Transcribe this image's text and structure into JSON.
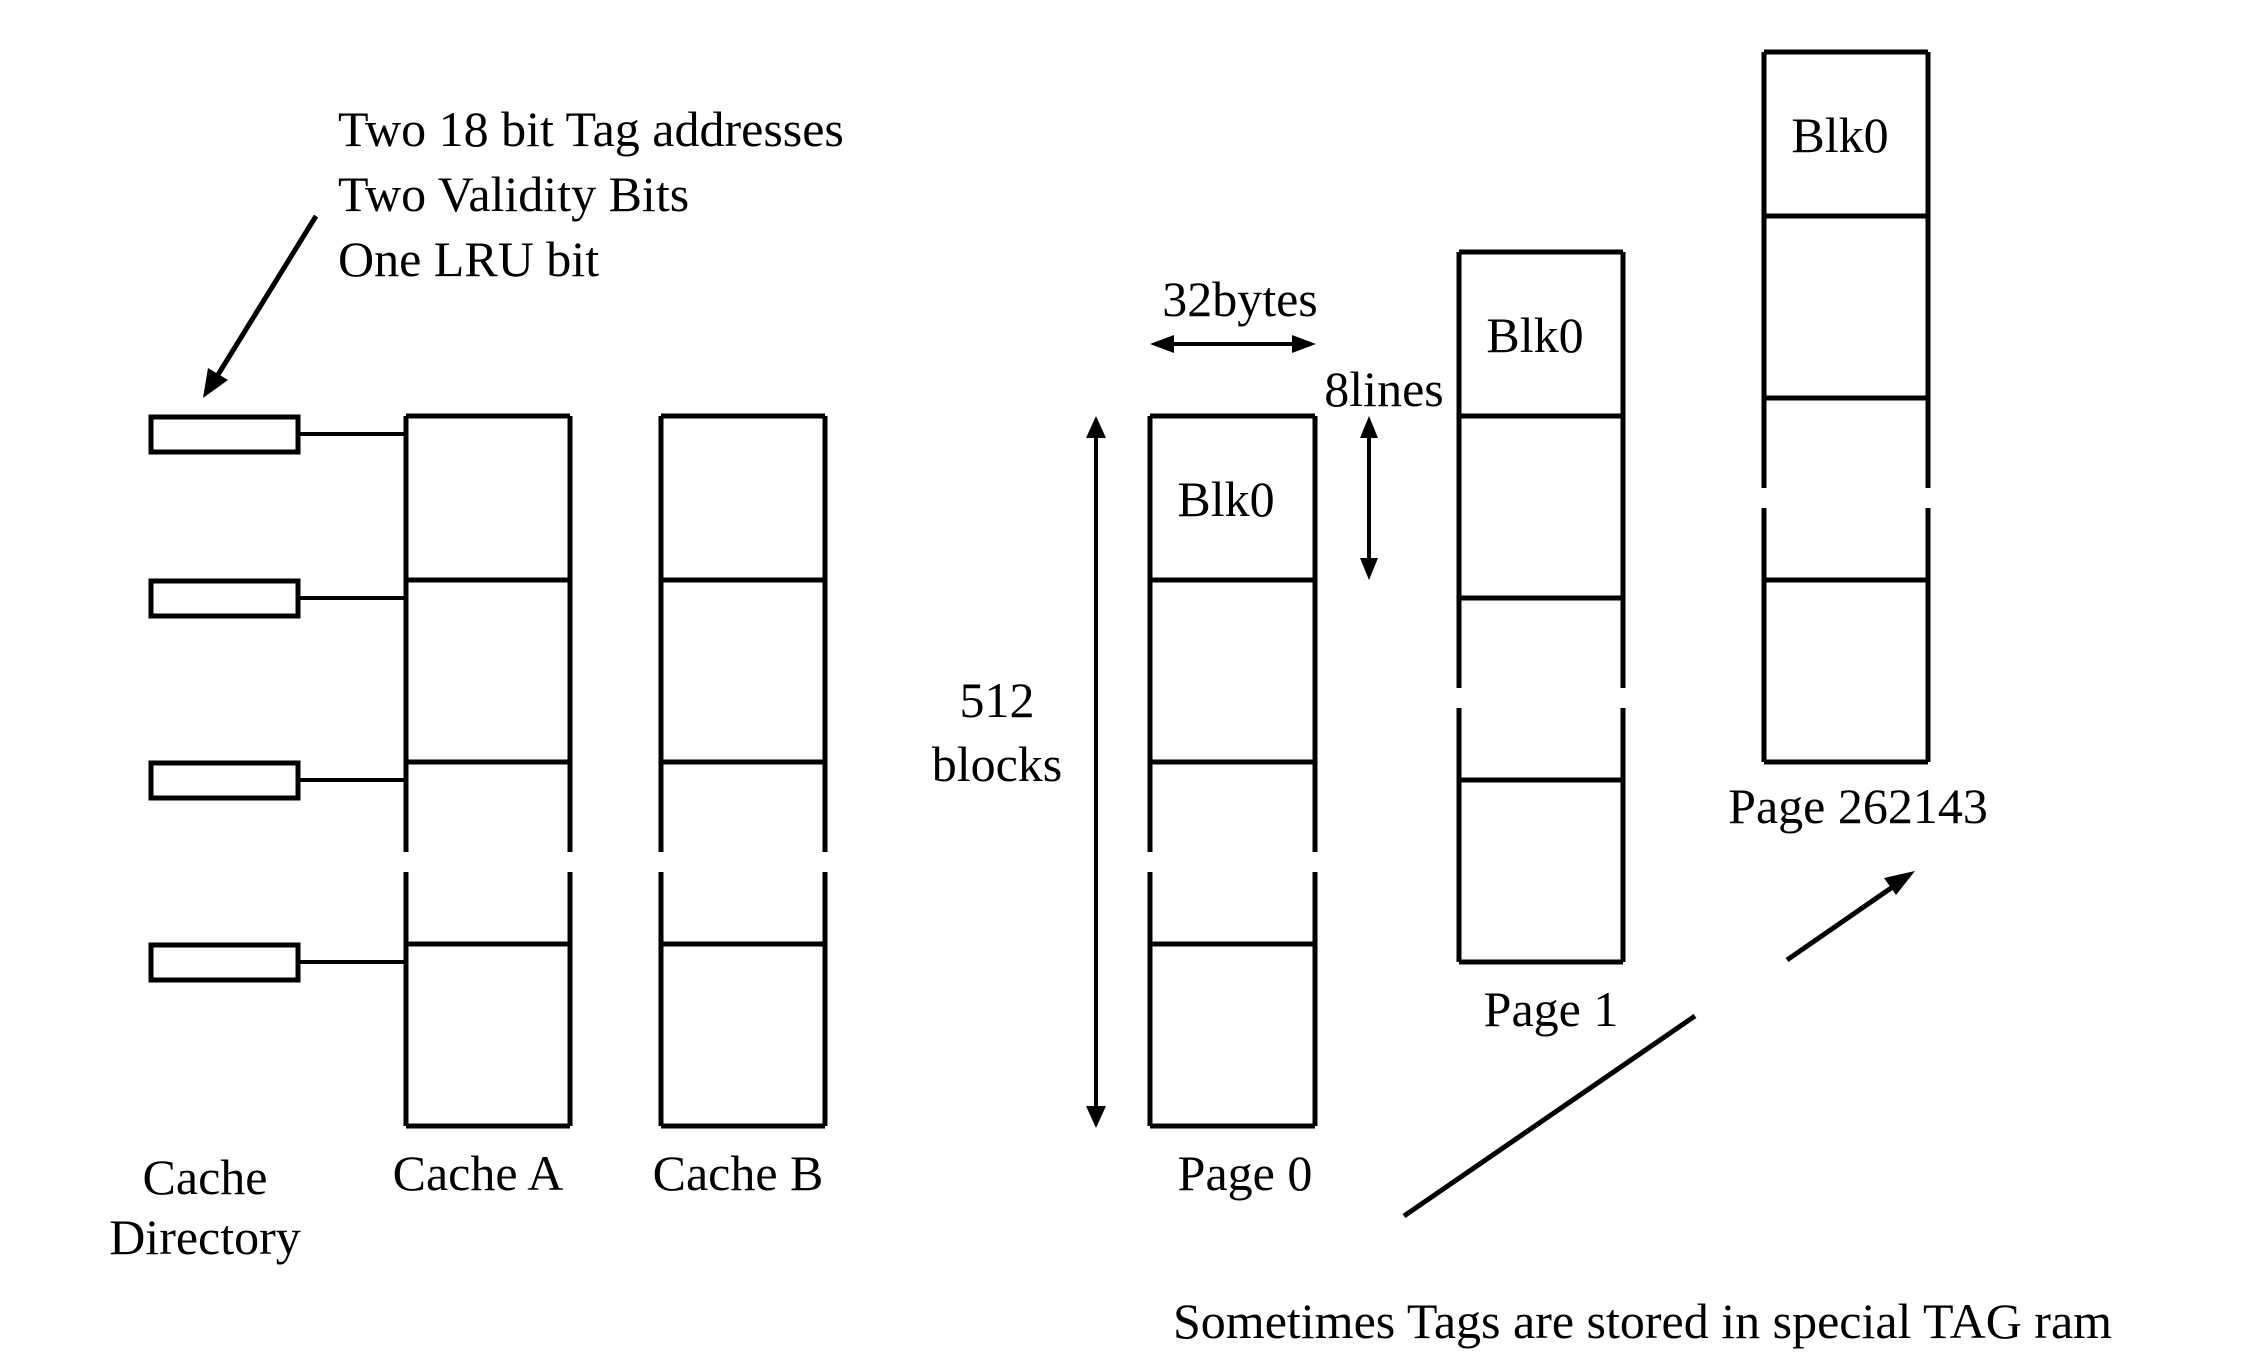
{
  "annotation": {
    "lines": [
      "Two 18 bit Tag addresses",
      "Two Validity Bits",
      "One LRU bit"
    ]
  },
  "cache": {
    "directory_label": [
      "Cache",
      "Directory"
    ],
    "cache_a_label": "Cache A",
    "cache_b_label": "Cache B"
  },
  "pages": {
    "width_label": "32bytes",
    "line_count_label": "8lines",
    "block_count_label": [
      "512",
      "blocks"
    ],
    "page0": {
      "label": "Page 0",
      "block_label": "Blk0"
    },
    "page1": {
      "label": "Page 1",
      "block_label": "Blk0"
    },
    "page_last": {
      "label": "Page 262143",
      "block_label": "Blk0"
    }
  },
  "footnote": "Sometimes Tags are stored in special TAG ram",
  "colors": {
    "stroke": "#000000",
    "background": "#ffffff"
  }
}
